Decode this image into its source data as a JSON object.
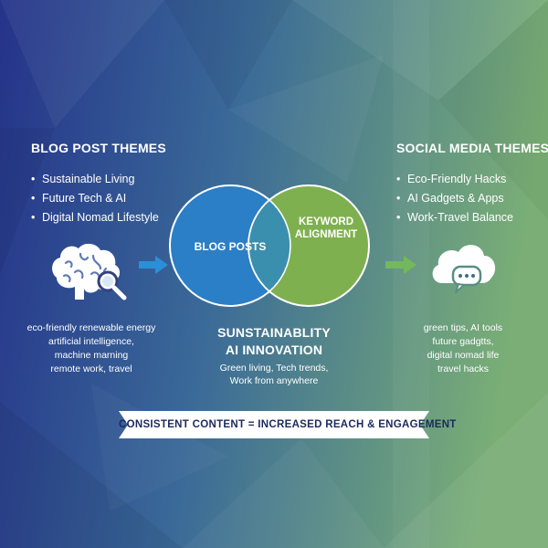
{
  "colors": {
    "bg_left": "#25338a",
    "bg_right": "#7aae76",
    "blog_circle": "#2a7fc6",
    "keyword_circle": "#7fb04f",
    "arrow_left": "#2b8fd8",
    "arrow_right": "#74b85c",
    "banner_text": "#1b2a5e"
  },
  "left": {
    "heading": "BLOG POST THEMES",
    "bullets": [
      "Sustainable Living",
      "Future Tech & AI",
      "Digital Nomad Lifestyle"
    ],
    "keywords": [
      "eco-friendly renewable energy",
      "artificial intelligence,",
      "machine marning",
      "remote work, travel"
    ],
    "icon": "brain-magnifier-icon"
  },
  "right": {
    "heading": "SOCIAL MEDIA THEMES",
    "bullets": [
      "Eco-Friendly Hacks",
      "AI Gadgets & Apps",
      "Work-Travel Balance"
    ],
    "keywords": [
      "green tips, AI tools",
      "future gadgtts,",
      "digital nomad life",
      "travel hacks"
    ],
    "icon": "cloud-chat-icon"
  },
  "venn": {
    "left_label": "BLOG POSTS",
    "right_label_lines": [
      "KEYWORD",
      "ALIGNMENT"
    ]
  },
  "center": {
    "title_lines": [
      "SUNSTAINABLITY",
      "AI INNOVATION"
    ],
    "sub_lines": [
      "Green living, Tech trends,",
      "Work from anywhere"
    ]
  },
  "banner": {
    "text": "CONSISTENT CONTENT = INCREASED REACH & ENGAGEMENT"
  }
}
